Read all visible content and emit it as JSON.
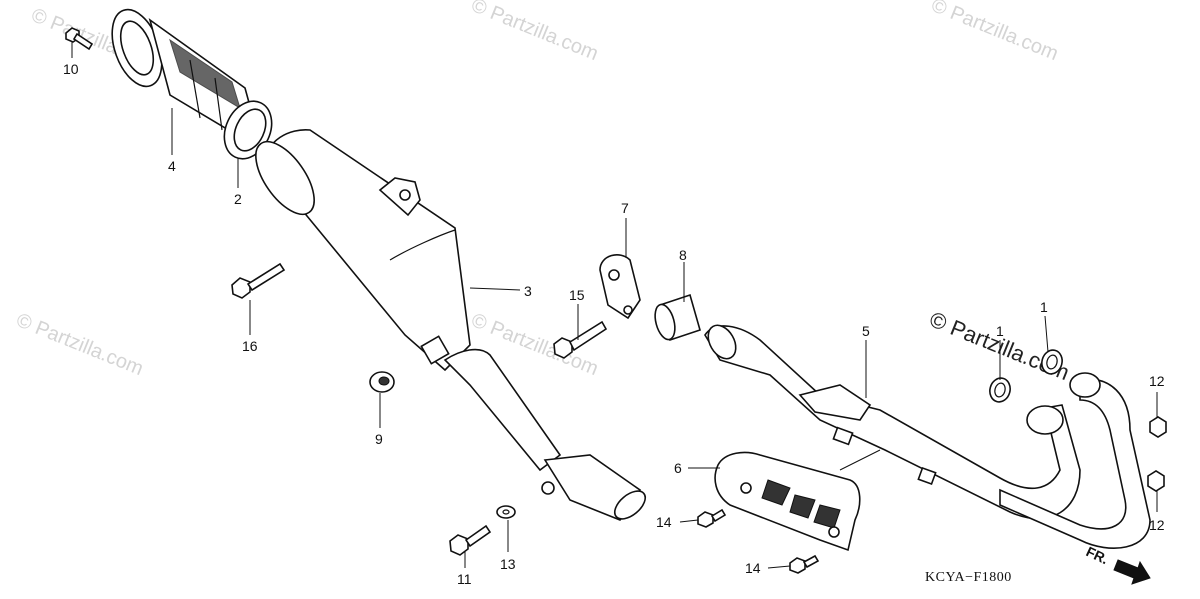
{
  "watermark": "© Partzilla.com",
  "watermark_dark": "© Partzilla.com",
  "diagram_code": "KCYA−F1800",
  "front_marker": "FR.",
  "callouts": [
    {
      "id": "c10",
      "text": "10"
    },
    {
      "id": "c4",
      "text": "4"
    },
    {
      "id": "c2",
      "text": "2"
    },
    {
      "id": "c3",
      "text": "3"
    },
    {
      "id": "c16",
      "text": "16"
    },
    {
      "id": "c9",
      "text": "9"
    },
    {
      "id": "c7",
      "text": "7"
    },
    {
      "id": "c8",
      "text": "8"
    },
    {
      "id": "c15",
      "text": "15"
    },
    {
      "id": "c5",
      "text": "5"
    },
    {
      "id": "c1a",
      "text": "1"
    },
    {
      "id": "c1b",
      "text": "1"
    },
    {
      "id": "c12a",
      "text": "12"
    },
    {
      "id": "c12b",
      "text": "12"
    },
    {
      "id": "c6",
      "text": "6"
    },
    {
      "id": "c14a",
      "text": "14"
    },
    {
      "id": "c14b",
      "text": "14"
    },
    {
      "id": "c11",
      "text": "11"
    },
    {
      "id": "c13",
      "text": "13"
    }
  ]
}
